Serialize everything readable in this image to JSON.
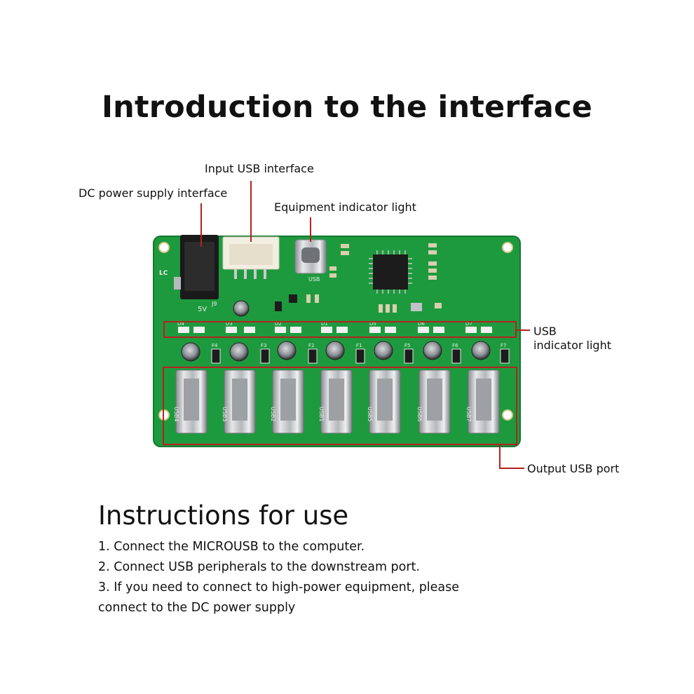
{
  "title": "Introduction to the interface",
  "callouts": {
    "input_usb": "Input USB interface",
    "dc_power": "DC power supply interface",
    "equipment_light": "Equipment indicator light",
    "usb_light_line1": "USB",
    "usb_light_line2": "indicator light",
    "output_usb": "Output USB port"
  },
  "board": {
    "silk_5v": "5V",
    "silk_usb": "USB",
    "silk_lc": "LC",
    "silk_j9": "J9",
    "port_labels": [
      "USB4",
      "USB3",
      "USB2",
      "USB1",
      "USB5",
      "USB6",
      "USB7"
    ],
    "led_labels": [
      "D4",
      "D3",
      "D2",
      "D1",
      "D5",
      "D6",
      "D7"
    ],
    "fuse_labels": [
      "F4",
      "F3",
      "F2",
      "F1",
      "F5",
      "F6",
      "F7"
    ],
    "colors": {
      "pcb": "#1e9a3e",
      "pcb_edge": "#137a2d",
      "highlight": "#b8201f"
    }
  },
  "instructions": {
    "heading": "Instructions for use",
    "steps": [
      "1. Connect the MICROUSB to the computer.",
      "2. Connect USB peripherals to the downstream port.",
      "3. If you need to connect to high-power equipment, please",
      "connect to the DC power supply"
    ]
  }
}
